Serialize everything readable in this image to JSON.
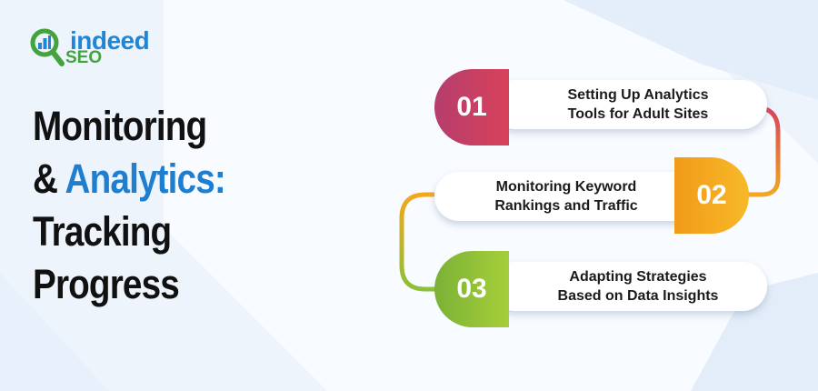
{
  "logo": {
    "word": "indeed",
    "sub": "SEO",
    "icon": "magnifier-chart-icon",
    "colors": {
      "blue": "#1f86d6",
      "green": "#43a33f"
    }
  },
  "title": {
    "line1": "Monitoring",
    "line2_prefix": "& ",
    "line2_accent": "Analytics:",
    "line3": "Tracking",
    "line4": "Progress",
    "accent_color": "#1e7fd0"
  },
  "steps": [
    {
      "number": "01",
      "line1": "Setting Up Analytics",
      "line2": "Tools for Adult Sites",
      "color": "#d0405e"
    },
    {
      "number": "02",
      "line1": "Monitoring Keyword",
      "line2": "Rankings and Traffic",
      "color": "#f4a61f"
    },
    {
      "number": "03",
      "line1": "Adapting Strategies",
      "line2": "Based on Data Insights",
      "color": "#8cc038"
    }
  ]
}
